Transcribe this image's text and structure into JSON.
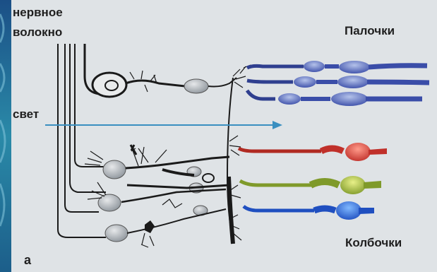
{
  "labels": {
    "nerve_fiber_line1": "нервное",
    "nerve_fiber_line2": "волокно",
    "rods": "Палочки",
    "light": "свет",
    "cones": "Колбочки",
    "figure_letter": "а"
  },
  "colors": {
    "background": "#dfe3e6",
    "ink": "#1a1a1a",
    "cell_body": "#a9afb6",
    "rod": "#3a4da8",
    "cone_red": "#c0302a",
    "cone_green": "#8aa030",
    "cone_blue": "#1f4fc0",
    "light_arrow": "#3a8fc0",
    "left_texture": "#1c5e8a"
  }
}
